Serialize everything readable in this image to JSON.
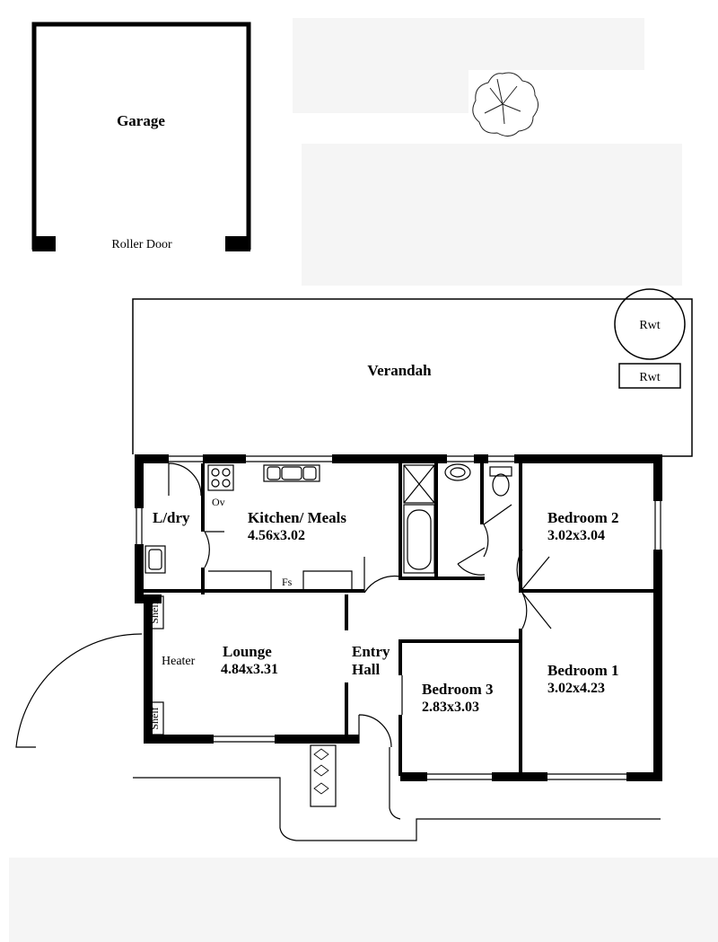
{
  "labels": {
    "garage": "Garage",
    "roller_door": "Roller Door",
    "verandah": "Verandah",
    "rwt_round": "Rwt",
    "rwt_rect": "Rwt",
    "ldry": "L/dry",
    "ov": "Ov",
    "fs": "Fs",
    "shelf_top": "Shelf",
    "shelf_bottom": "Shelf",
    "heater": "Heater",
    "entry_line1": "Entry",
    "entry_line2": "Hall"
  },
  "rooms": {
    "kitchen": {
      "name": "Kitchen/ Meals",
      "dims": "4.56x3.02"
    },
    "bedroom2": {
      "name": "Bedroom 2",
      "dims": "3.02x3.04"
    },
    "lounge": {
      "name": "Lounge",
      "dims": "4.84x3.31"
    },
    "bedroom3": {
      "name": "Bedroom 3",
      "dims": "2.83x3.03"
    },
    "bedroom1": {
      "name": "Bedroom 1",
      "dims": "3.02x4.23"
    }
  },
  "colors": {
    "wall": "#000000",
    "redaction": "#f5f5f5",
    "background": "#ffffff"
  }
}
